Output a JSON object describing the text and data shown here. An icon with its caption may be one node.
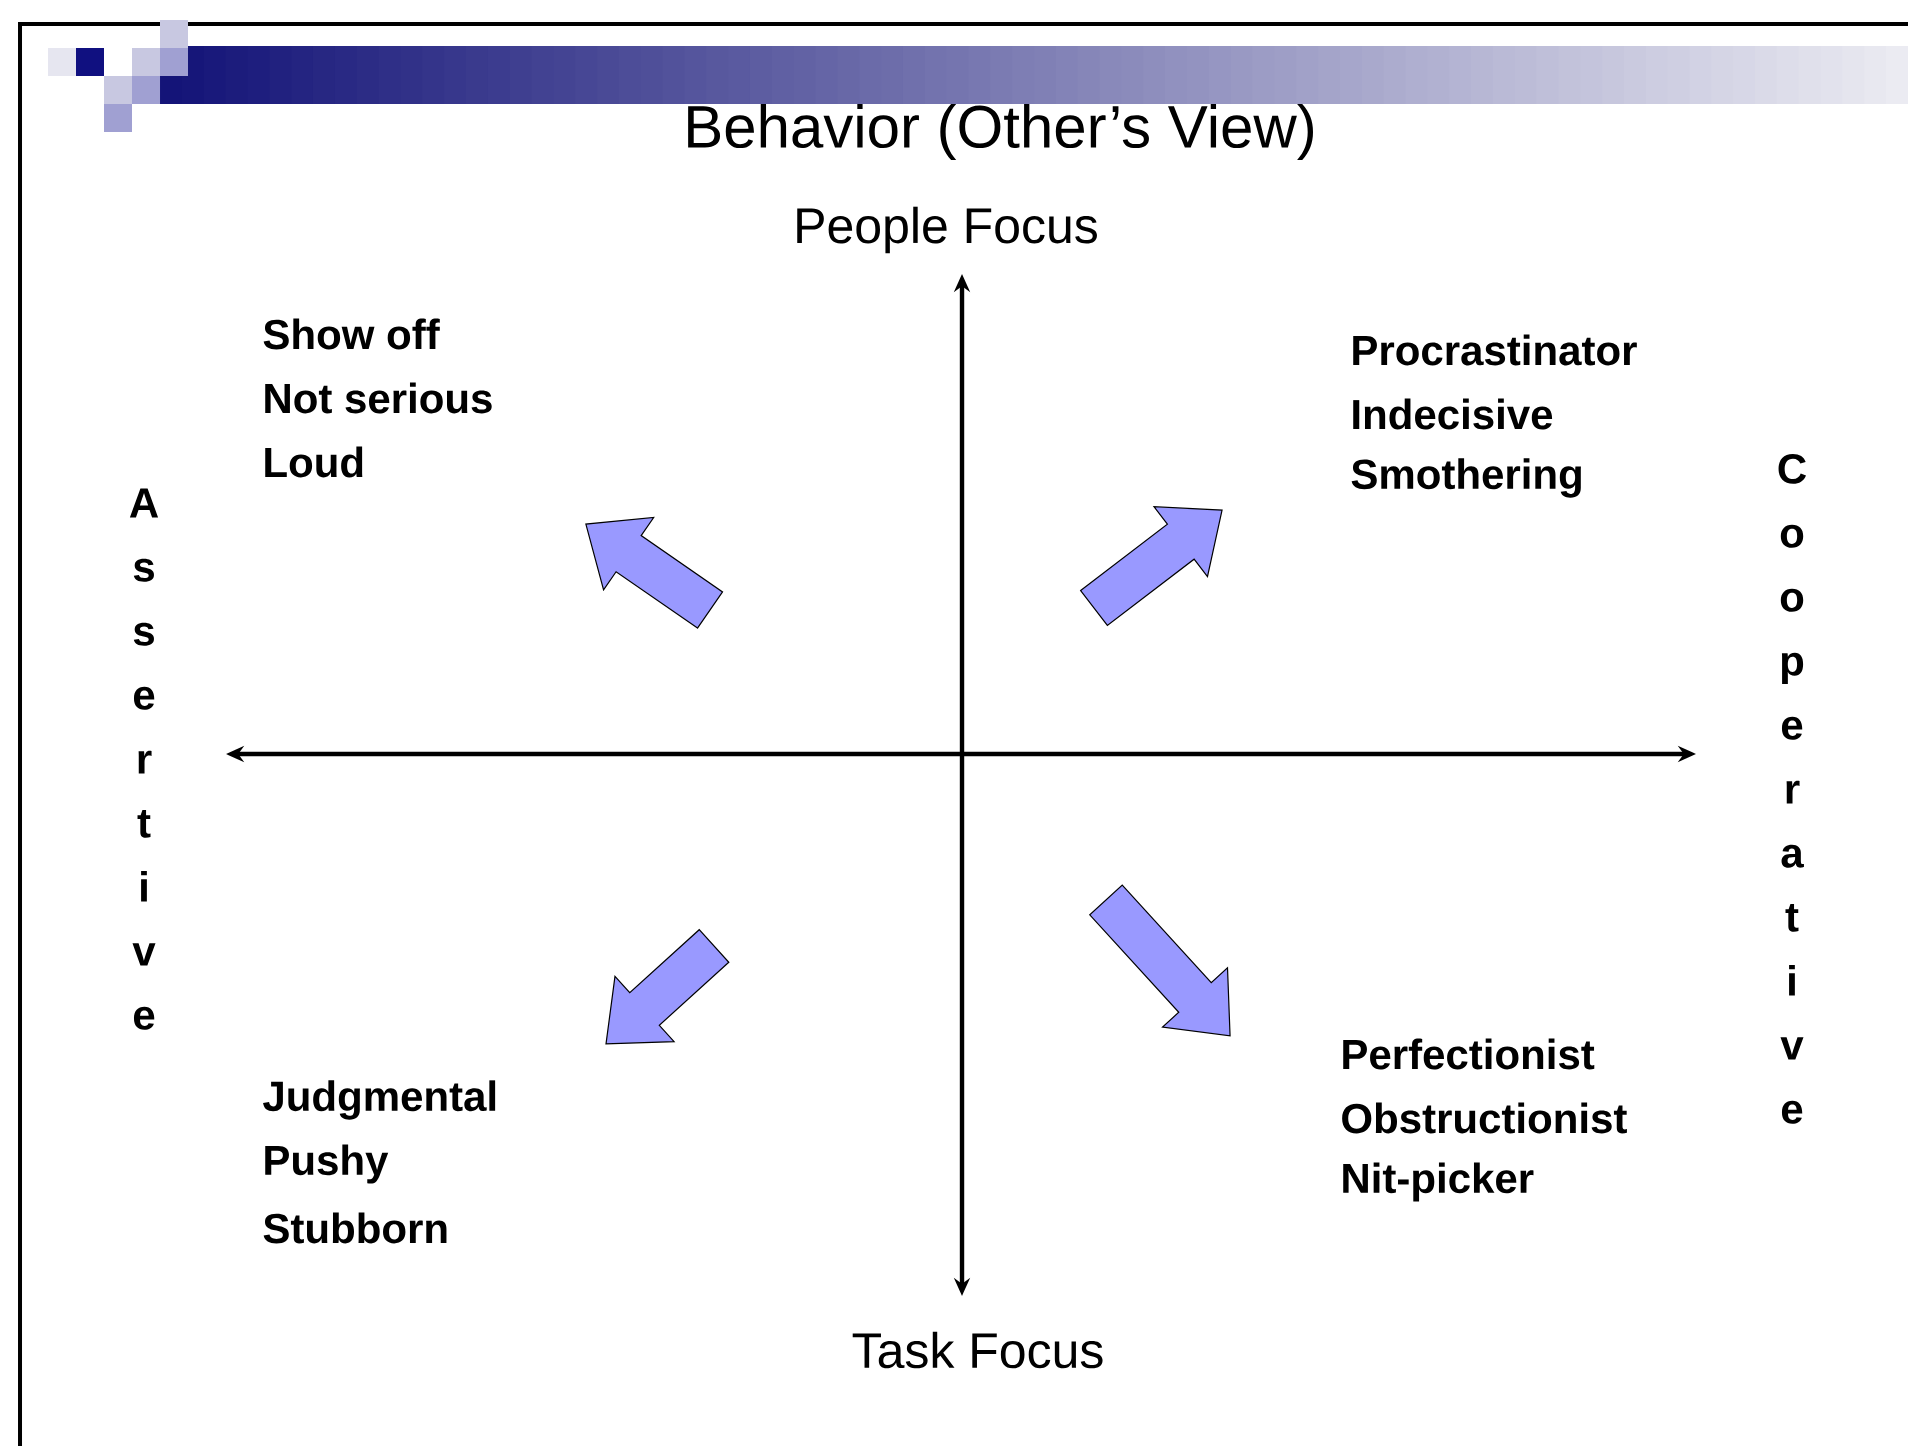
{
  "diagram": {
    "title": "Behavior (Other’s View)",
    "labels": [
      "People Focus",
      "Show off",
      "Not serious",
      "Loud",
      "Procrastinator",
      "Indecisive",
      "Smothering",
      "Assertive",
      "Cooperative",
      "Judgmental",
      "Pushy",
      "Stubborn",
      "Perfectionist",
      "Obstructionist",
      "Nit-picker",
      "Task Focus"
    ]
  }
}
